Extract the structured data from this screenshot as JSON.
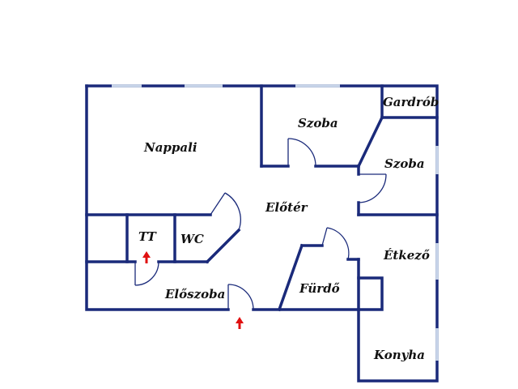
{
  "rooms": {
    "nappali": "Nappali",
    "szoba_top": "Szoba",
    "gardrob": "Gardrób",
    "szoba_right": "Szoba",
    "eloter": "Előtér",
    "tt": "TT",
    "wc": "WC",
    "etkezo": "Étkező",
    "furdo": "Fürdő",
    "eloszoba": "Előszoba",
    "konyha": "Konyha"
  },
  "colors": {
    "wall": "#1a2a7a",
    "window": "#c9d6ea",
    "entry_arrow": "#e01010"
  },
  "icons": {
    "entry_marker": "red-up-arrow-icon"
  }
}
